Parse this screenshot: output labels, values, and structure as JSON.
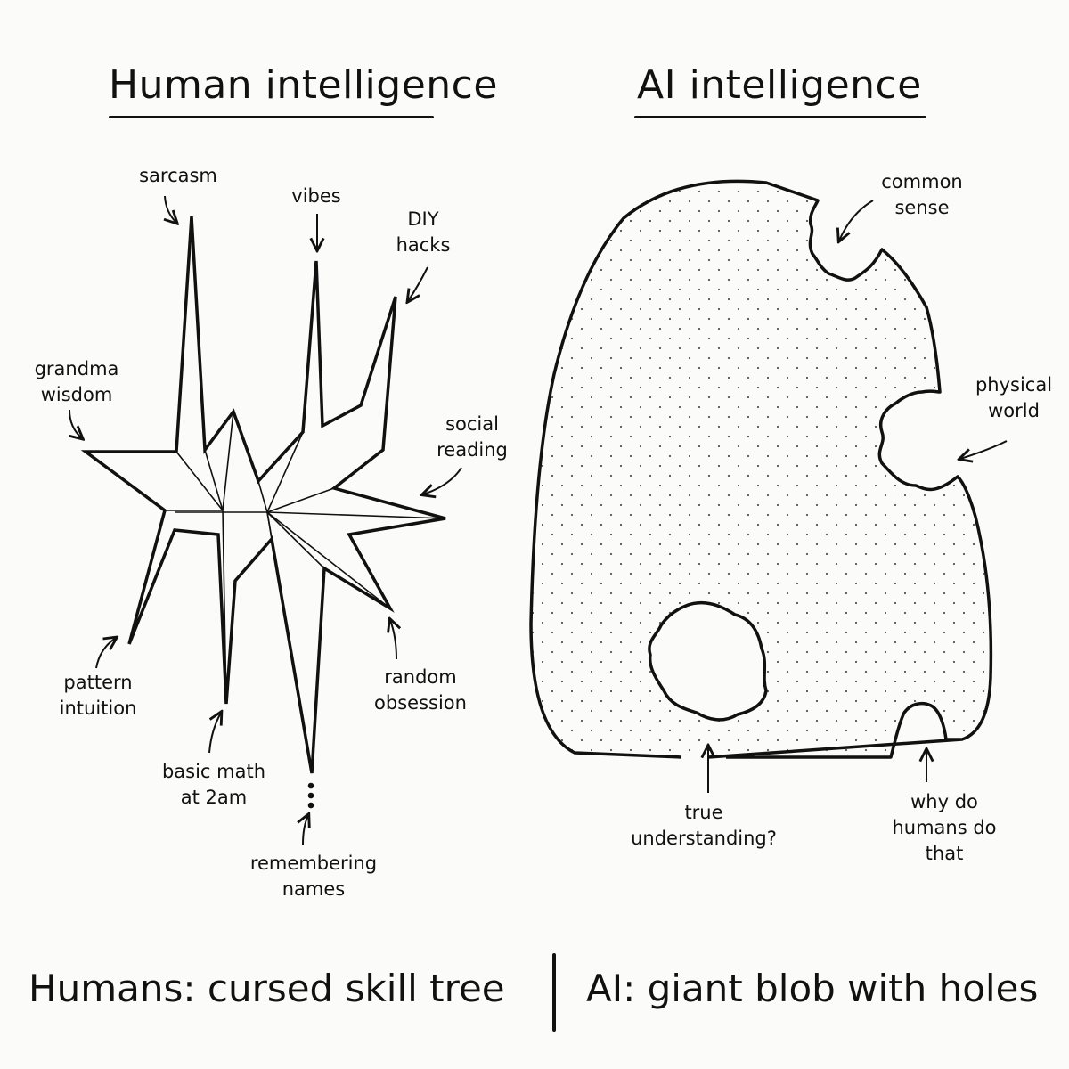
{
  "titles": {
    "human": "Human intelligence",
    "ai": "AI intelligence"
  },
  "human_labels": {
    "sarcasm": "sarcasm",
    "vibes": "vibes",
    "diy": "DIY\nhacks",
    "grandma": "grandma\nwisdom",
    "social": "social\nreading",
    "pattern": "pattern\nintuition",
    "math": "basic math\nat 2am",
    "names": "remembering\nnames",
    "obsession": "random\nobsession"
  },
  "ai_labels": {
    "common_sense": "common\nsense",
    "physical_world": "physical\nworld",
    "true_understanding": "true\nunderstanding?",
    "why_humans": "why do\nhumans do\nthat"
  },
  "captions": {
    "left": "Humans: cursed skill tree",
    "right": "AI: giant blob with holes"
  },
  "colors": {
    "ink": "#111111",
    "paper": "#fbfbf9"
  }
}
